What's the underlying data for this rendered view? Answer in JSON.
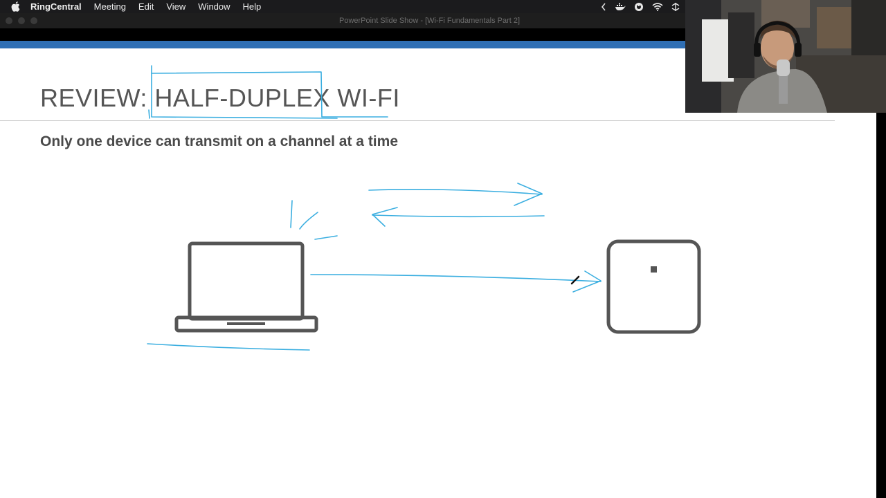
{
  "menubar": {
    "app_name": "RingCentral",
    "items": [
      "Meeting",
      "Edit",
      "View",
      "Window",
      "Help"
    ],
    "status_icons": [
      "chevron-left-icon",
      "docker-icon",
      "ring-icon",
      "wifi-icon",
      "network-icon"
    ]
  },
  "window": {
    "title": "PowerPoint Slide Show - [Wi-Fi Fundamentals Part 2]"
  },
  "slide": {
    "title": "REVIEW: HALF-DUPLEX WI-FI",
    "subtitle": "Only one device can transmit on a channel at a time",
    "diagram_icons": [
      "laptop-icon",
      "access-point-icon"
    ]
  },
  "colors": {
    "accent": "#2f6fb5",
    "ink": "#3aaee0",
    "icon_stroke": "#555555"
  }
}
